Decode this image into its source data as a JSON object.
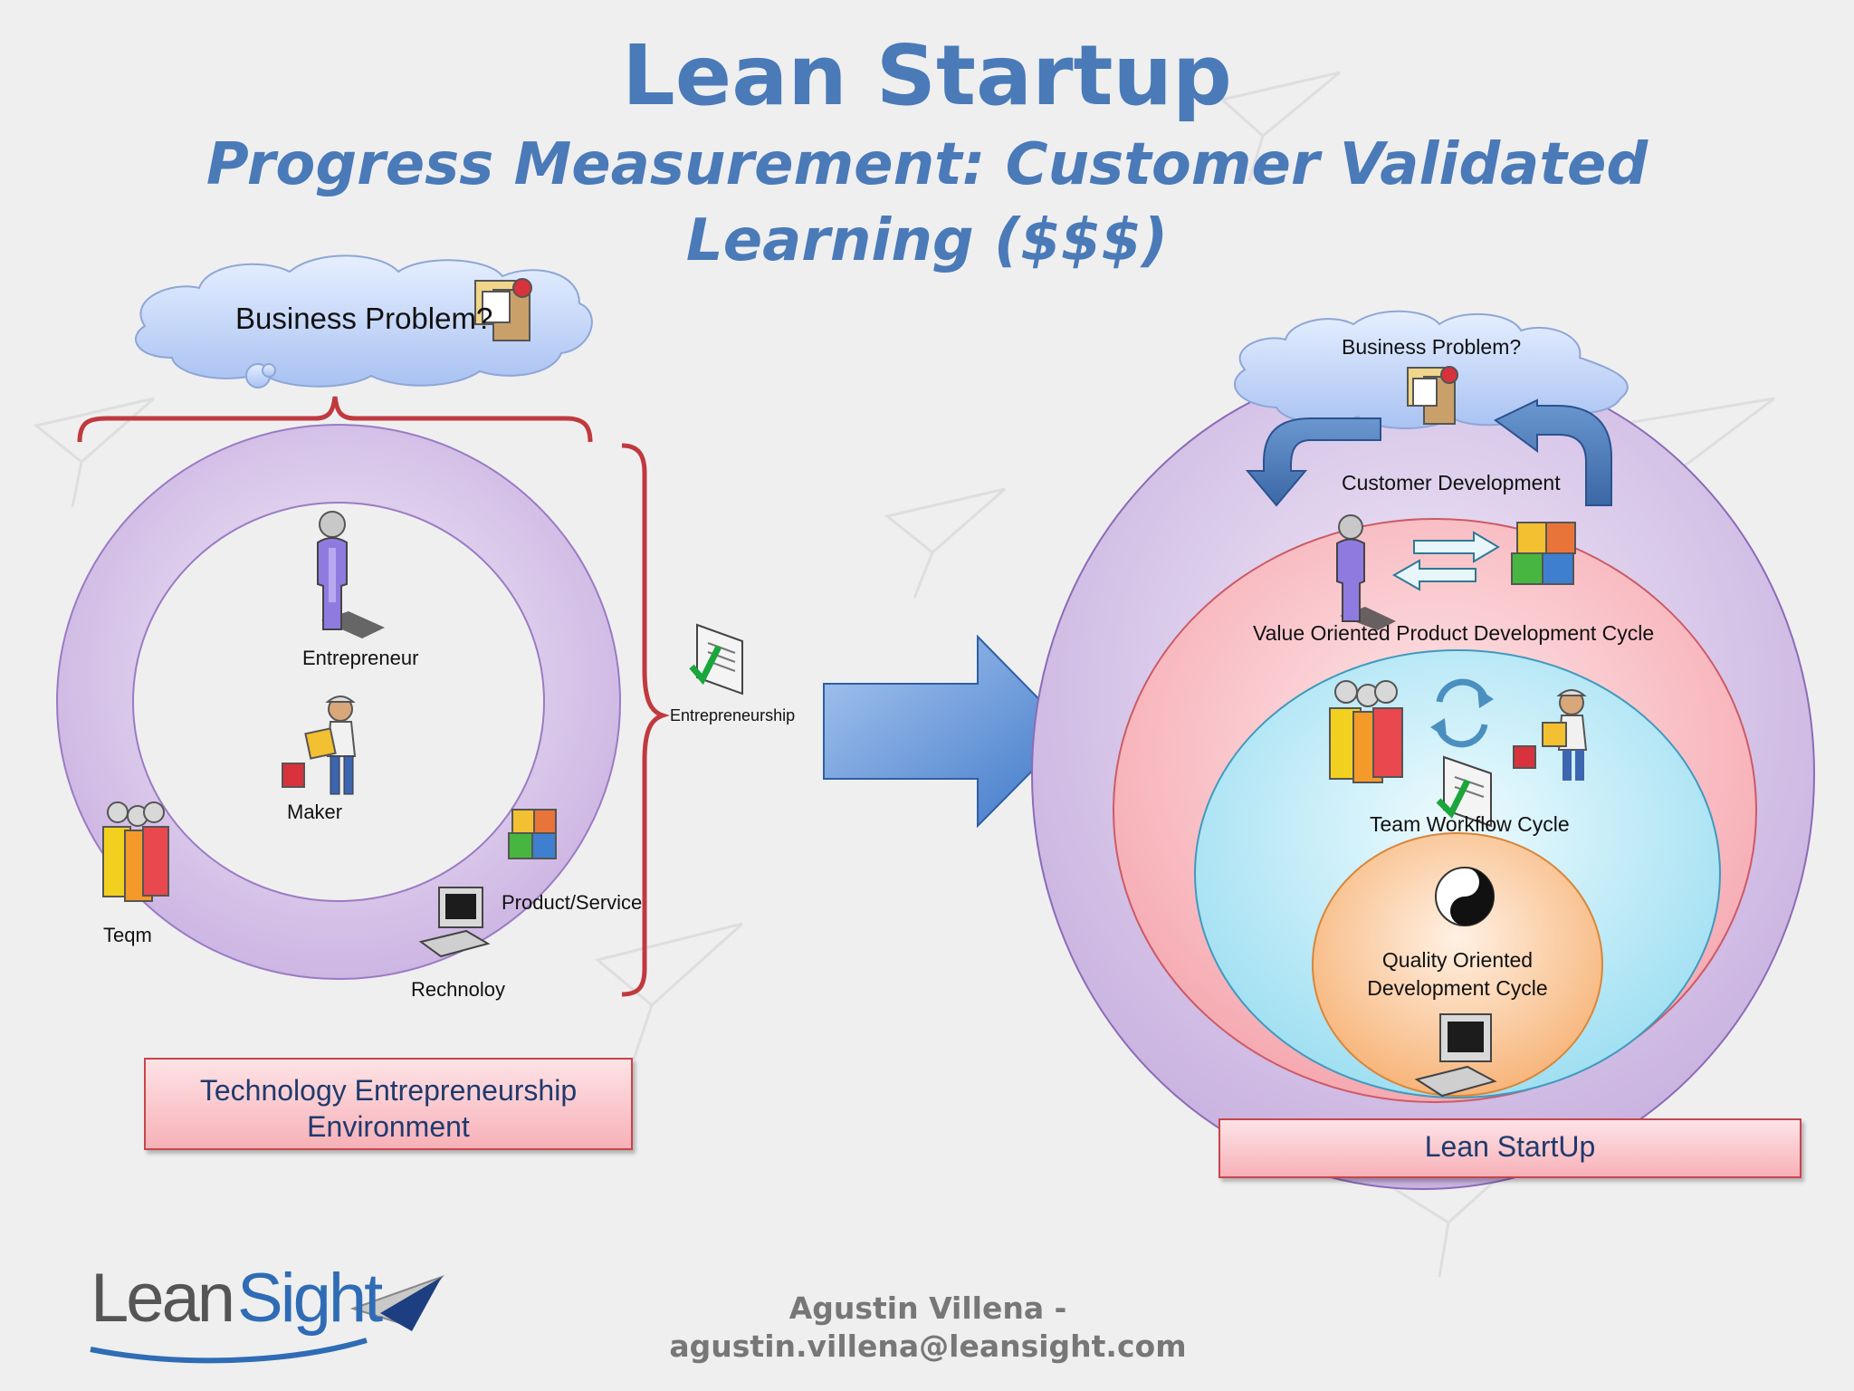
{
  "title": "Lean Startup",
  "subtitle": "Progress Measurement: Customer Validated Learning ($$$)",
  "left": {
    "cloud_label": "Business Problem?",
    "entrepreneur": "Entrepreneur",
    "maker": "Maker",
    "team": "Teqm",
    "technology": "Rechnoloy",
    "product": "Product/Service",
    "entrepreneurship": "Entrepreneurship",
    "box_line1": "Technology Entrepreneurship",
    "box_line2": "Environment"
  },
  "right": {
    "cloud_label": "Business Problem?",
    "customer_development": "Customer Development",
    "value_cycle": "Value Oriented Product Development Cycle",
    "team_cycle": "Team Workflow Cycle",
    "quality_line1": "Quality Oriented",
    "quality_line2": "Development Cycle",
    "box_label": "Lean StartUp"
  },
  "footer": {
    "line1": "Agustin Villena -",
    "line2": "agustin.villena@leansight.com"
  },
  "logo": {
    "part1": "Lean",
    "part2": "Sight"
  },
  "colors": {
    "title": "#4a7ab8",
    "outer_ring": "#d9c9ea",
    "value_ring": "#f9c6cc",
    "team_ring": "#c9eef8",
    "quality_ring": "#fbd0a8",
    "bracket": "#c0393f",
    "arrow": "#5f93d9"
  }
}
